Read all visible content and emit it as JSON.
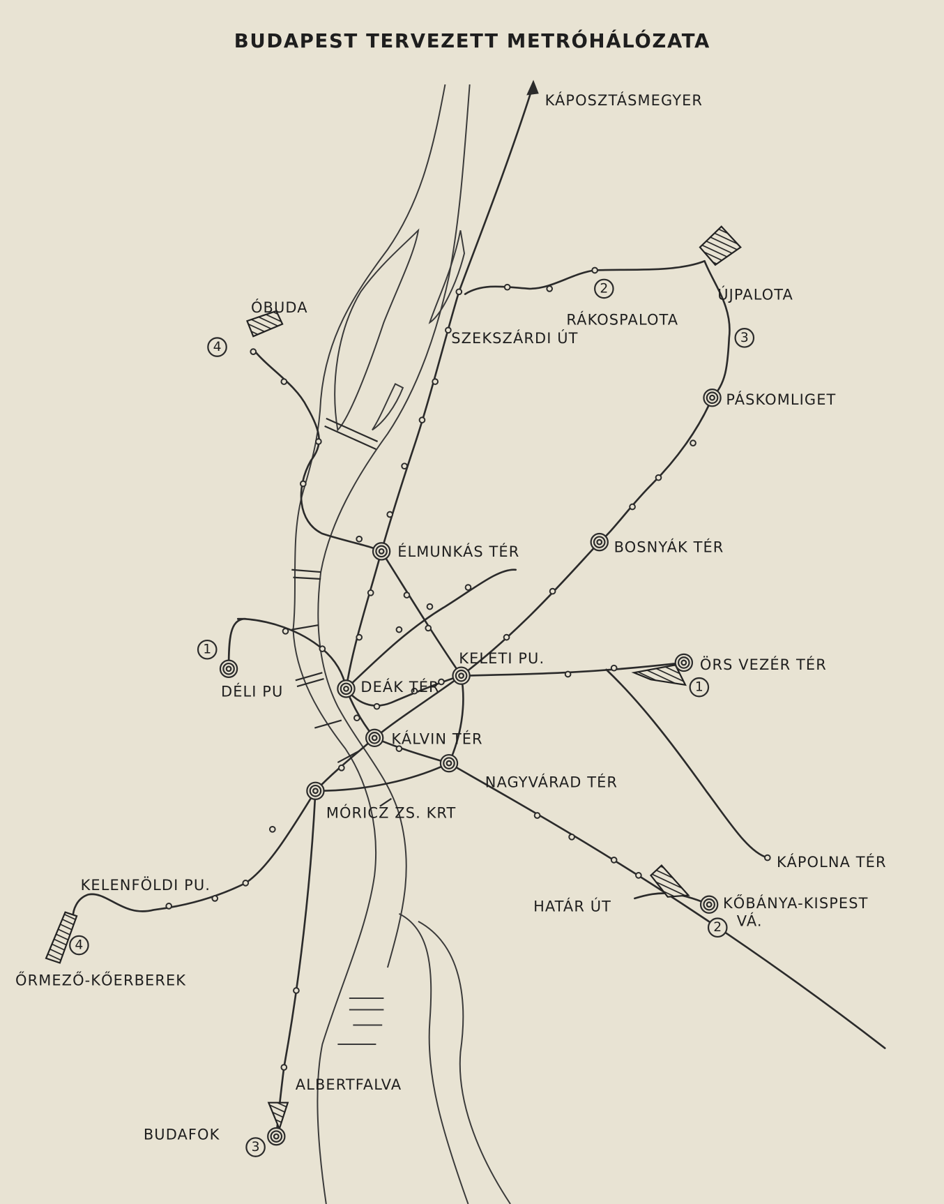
{
  "title": "BUDAPEST TERVEZETT METRÓHÁLÓZATA",
  "colors": {
    "paper": "#e8e3d3",
    "ink": "#2b2b2b"
  },
  "stations": {
    "kaposztasmegyer": "KÁPOSZTÁSMEGYER",
    "obuda": "ÓBUDA",
    "szekszardi_ut": "SZEKSZÁRDI ÚT",
    "rakospalota": "RÁKOSPALOTA",
    "ujpalota": "ÚJPALOTA",
    "paskomliget": "PÁSKOMLIGET",
    "elmunkas_ter": "ÉLMUNKÁS TÉR",
    "bosnyak_ter": "BOSNYÁK TÉR",
    "keleti_pu": "KELETI PU.",
    "ors_vezer_ter": "ÖRS VEZÉR TÉR",
    "deli_pu": "DÉLI PU",
    "deak_ter": "DEÁK TÉR",
    "kalvin_ter": "KÁLVIN TÉR",
    "nagyvarad_ter": "NAGYVÁRAD TÉR",
    "moricz": "MÓRICZ ZS. KRT",
    "kapolna_ter": "KÁPOLNA TÉR",
    "hatar_ut": "HATÁR ÚT",
    "kobanya_kispest": "KŐBÁNYA-KISPEST",
    "kobanya_kispest_2": "VÁ.",
    "kelenfoldi_pu": "KELENFÖLDI PU.",
    "ormezo": "ŐRMEZŐ-KŐERBEREK",
    "albertfalva": "ALBERTFALVA",
    "budafok": "BUDAFOK"
  },
  "line_numbers": {
    "one": "1",
    "two": "2",
    "three": "3",
    "four": "4"
  }
}
